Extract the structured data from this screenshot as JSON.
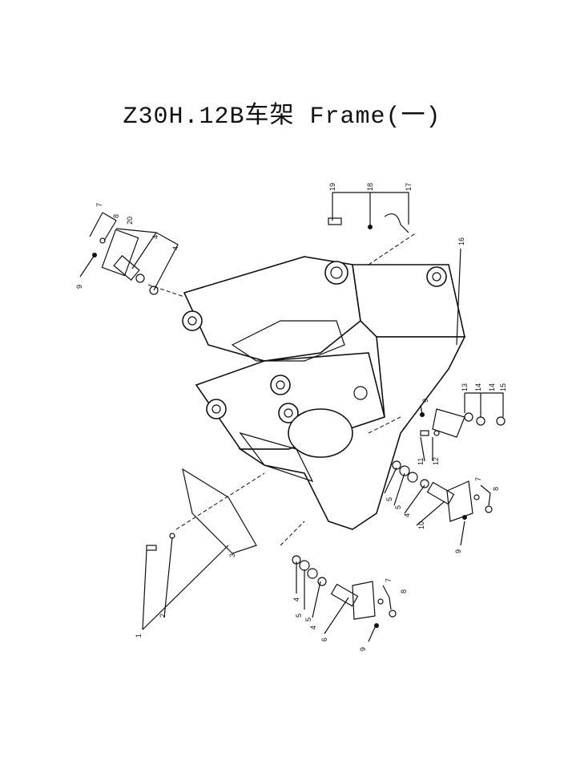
{
  "title": "Z30H.12B车架 Frame(一)",
  "callouts": {
    "upper_left": [
      "7",
      "8",
      "20",
      "4",
      "4",
      "9"
    ],
    "top": [
      "19",
      "18",
      "17"
    ],
    "right": [
      "16"
    ],
    "right_middle": [
      "9",
      "13",
      "14",
      "14",
      "15",
      "11",
      "12"
    ],
    "lower_right": [
      "5",
      "5",
      "4",
      "10",
      "7",
      "8",
      "9"
    ],
    "bottom": [
      "4",
      "5",
      "5",
      "4",
      "6",
      "7",
      "8",
      "9"
    ],
    "left_bottom": [
      "1",
      "2",
      "3"
    ]
  }
}
